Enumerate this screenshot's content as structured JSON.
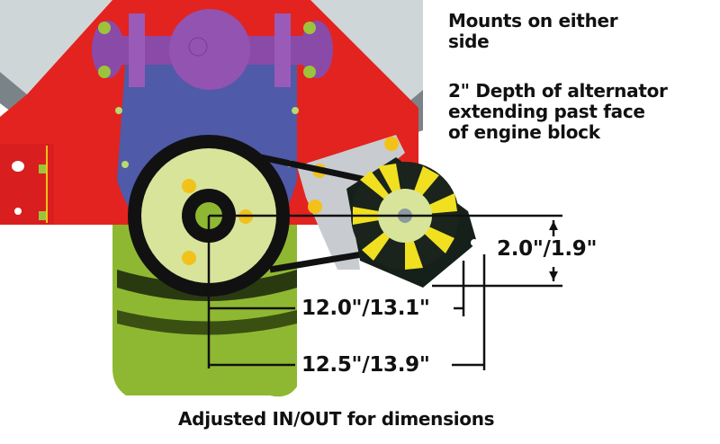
{
  "annotations": {
    "mounts_line1": "Mounts on either",
    "mounts_line2": "side",
    "depth_line1": "2\" Depth of alternator",
    "depth_line2": "extending past face",
    "depth_line3": "of engine block"
  },
  "dimensions": {
    "vertical_offset": "2.0\"/1.9\"",
    "horizontal_inner": "12.0\"/13.1\"",
    "horizontal_outer": "12.5\"/13.9\""
  },
  "caption": "Adjusted IN/OUT for dimensions",
  "colors": {
    "engine_block": "#e3231f",
    "timing_cover": "#4f5aa8",
    "water_pump": "#8a4aa8",
    "oil_pan": "#9cc43a",
    "pulley": "#d8e49a",
    "bolt": "#f2c21a",
    "alternator_fan": "#f0e020",
    "bracket": "#c8ccd0",
    "head": "#cfd6d8"
  }
}
